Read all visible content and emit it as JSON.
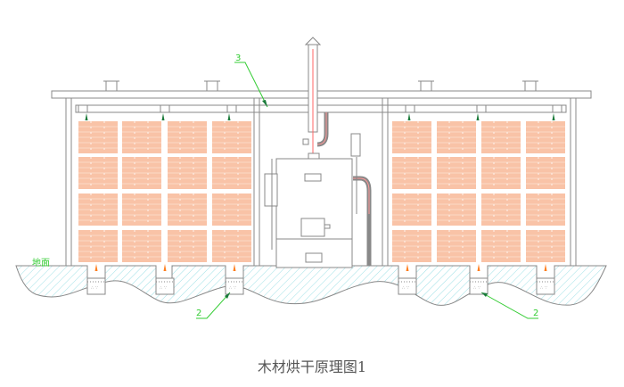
{
  "diagram": {
    "title": "木材烘干原理图1",
    "ground_label": "地面",
    "callouts": [
      {
        "id": "3",
        "label": "3",
        "target": "hot-air-duct"
      },
      {
        "id": "2a",
        "label": "2",
        "target": "water-pit-left"
      },
      {
        "id": "2b",
        "label": "2",
        "target": "water-pit-right"
      }
    ],
    "components": {
      "chambers": [
        "left-drying-chamber",
        "right-drying-chamber"
      ],
      "boiler": "central-furnace",
      "chimney": "exhaust-chimney",
      "duct": "hot-air-duct",
      "water_pits_per_side": 3,
      "wood_stack_columns_per_side": 4,
      "wood_stack_rows": 4,
      "roof_vents_per_side": 2
    },
    "colors": {
      "line": "#888888",
      "wood": "#f8b898",
      "callout": "#33cc33",
      "nozzle": "#1a7a3a",
      "flame": "#ff7f1f",
      "hatch": "#9ee0e6",
      "heat_line": "#ff6666"
    }
  }
}
